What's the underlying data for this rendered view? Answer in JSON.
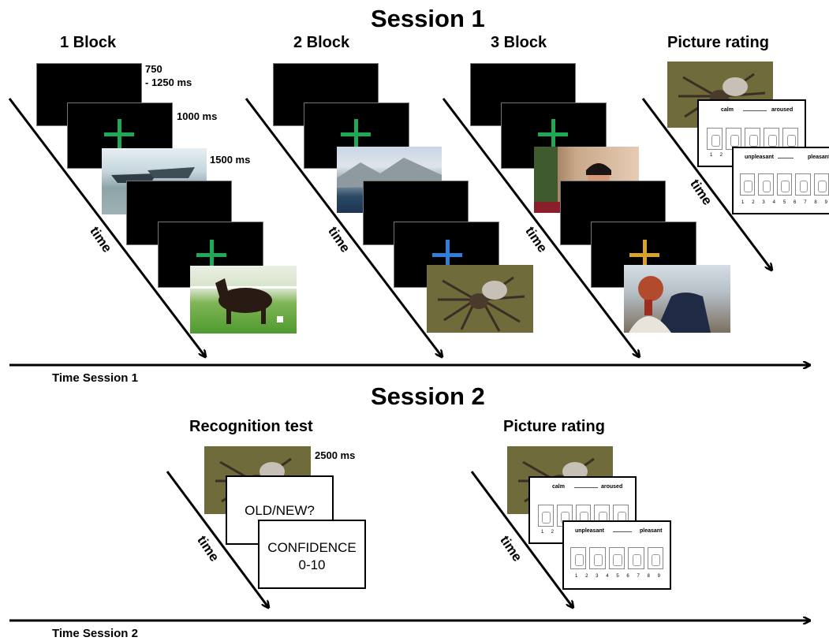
{
  "session1": {
    "title": "Session 1",
    "blocks": [
      {
        "title": "1 Block"
      },
      {
        "title": "2 Block"
      },
      {
        "title": "3 Block"
      },
      {
        "title": "Picture rating"
      }
    ],
    "timings": {
      "blank": "750\n- 1250 ms",
      "fixation": "1000 ms",
      "picture": "1500 ms"
    },
    "time_label": "time",
    "axis_label": "Time Session 1"
  },
  "session2": {
    "title": "Session 2",
    "recognition_title": "Recognition test",
    "rating_title": "Picture rating",
    "timing": "2500 ms",
    "old_new": "OLD/NEW?",
    "confidence_line1": "CONFIDENCE",
    "confidence_line2": "0-10",
    "time_label": "time",
    "axis_label": "Time Session 2"
  },
  "rating_scales": {
    "arousal_low": "calm",
    "arousal_high": "aroused",
    "valence_low": "unpleasant",
    "valence_high": "pleasant",
    "numbers": [
      "1",
      "2",
      "3",
      "4",
      "5",
      "6",
      "7",
      "8",
      "9"
    ]
  },
  "colors": {
    "fixation_green": "#1fa855",
    "fixation_blue": "#2f7fd8",
    "fixation_orange": "#d9a22a"
  },
  "photos": [
    "boat-photo",
    "horse-photo",
    "mountain-photo",
    "spider-photo",
    "phone-woman-photo",
    "injured-man-photo"
  ]
}
